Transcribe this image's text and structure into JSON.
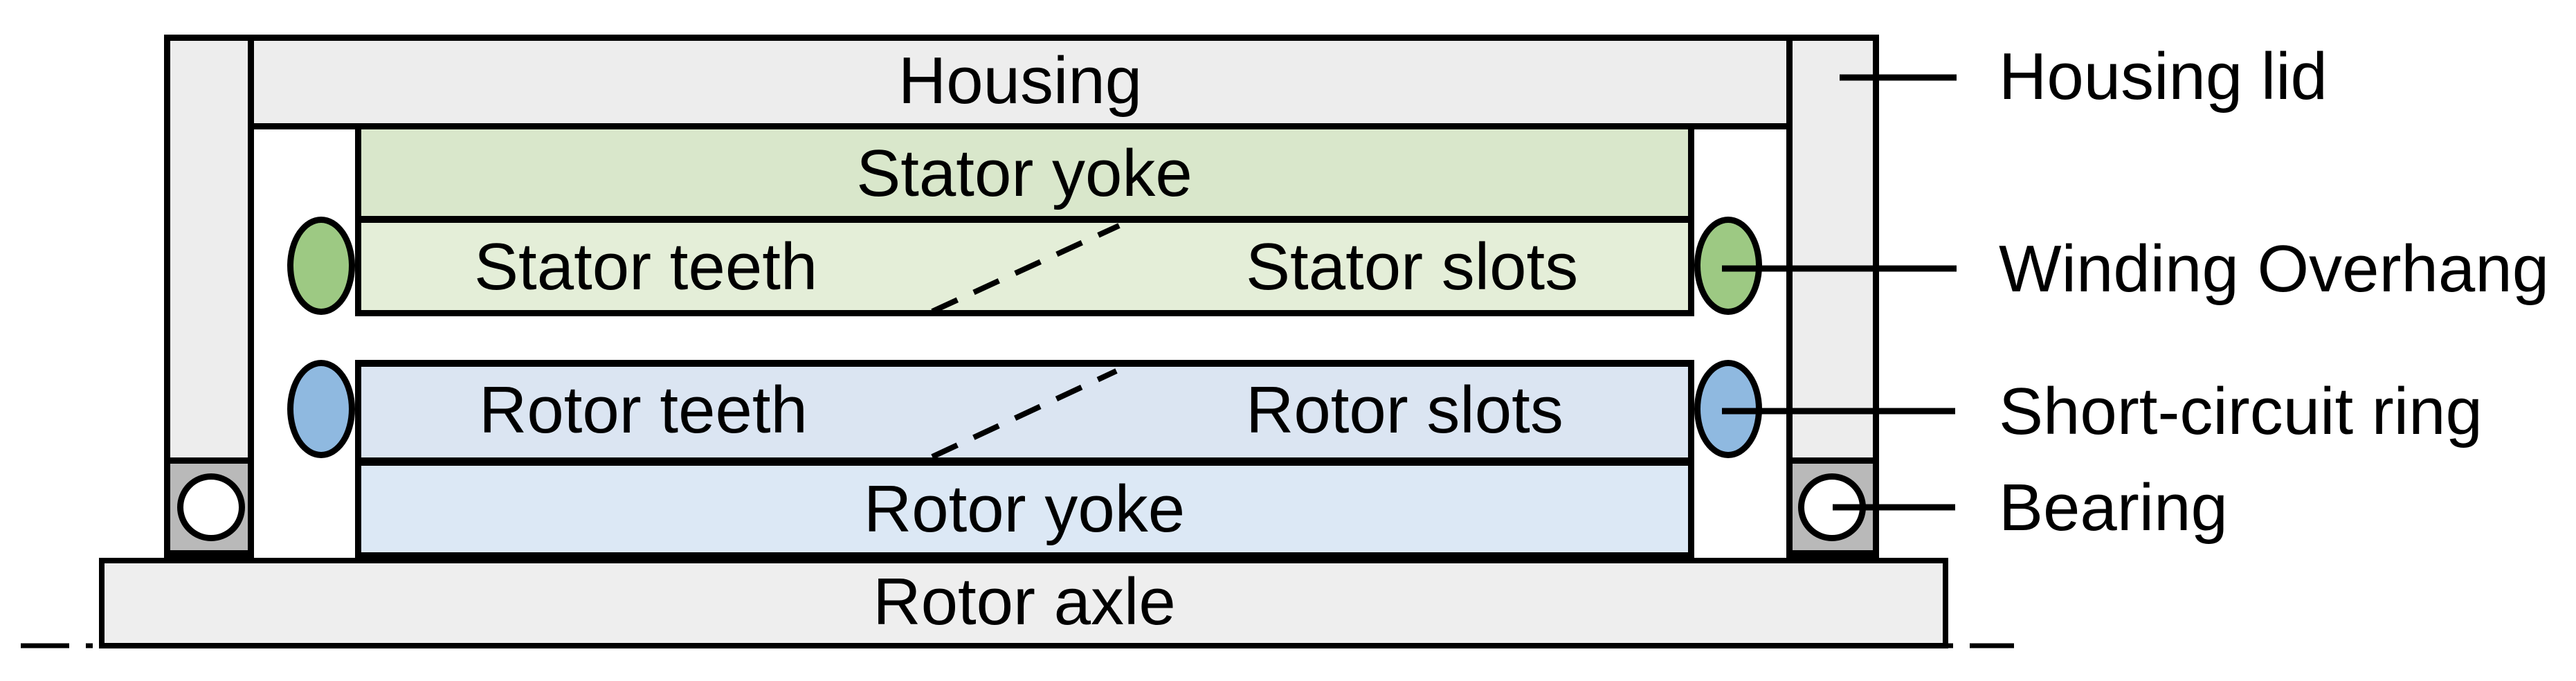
{
  "diagram": {
    "component_labels": {
      "housing": "Housing",
      "stator_yoke": "Stator yoke",
      "stator_teeth": "Stator teeth",
      "stator_slots": "Stator slots",
      "rotor_teeth": "Rotor teeth",
      "rotor_slots": "Rotor slots",
      "rotor_yoke": "Rotor yoke",
      "rotor_axle": "Rotor axle"
    },
    "callout_labels": {
      "housing_lid": "Housing lid",
      "winding_overhang": "Winding Overhang",
      "short_circuit_ring": "Short-circuit ring",
      "bearing": "Bearing"
    }
  },
  "colors": {
    "housing-fill": "#ededed",
    "stator-yoke-fill": "#d9e7cb",
    "stator-teeth-fill": "#e4eed8",
    "rotor-teeth-fill": "#dbe5f2",
    "rotor-yoke-fill": "#dce8f5",
    "winding-overhang-fill": "#9dc983",
    "short-circuit-ring-fill": "#8fb9e0",
    "bearing-block-fill": "#b9b9b9",
    "axle-fill": "#eeeeee",
    "line-color": "#000000"
  }
}
